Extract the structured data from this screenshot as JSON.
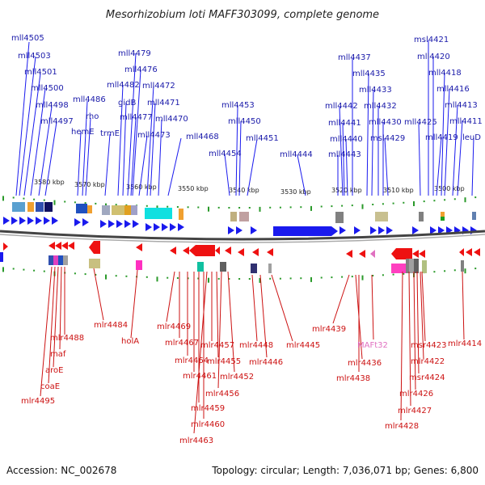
{
  "header": {
    "title": "Mesorhizobium loti MAFF303099, complete genome"
  },
  "footer": {
    "accession": "Accession: NC_002678",
    "summary": "Topology: circular; Length: 7,036,071 bp; Genes: 6,800"
  },
  "scale_labels": [
    "3580 kbp",
    "3570 kbp",
    "3560 kbp",
    "3550 kbp",
    "3540 kbp",
    "3530 kbp",
    "3520 kbp",
    "3510 kbp",
    "3500 kbp"
  ],
  "top_genes": [
    "mll4505",
    "mll4503",
    "mll4501",
    "mll4500",
    "mll4498",
    "mll4497",
    "mll4486",
    "rho",
    "hemE",
    "trmE",
    "mll4482",
    "gidB",
    "mll4479",
    "mll4476",
    "mll4477",
    "mll4473",
    "mll4472",
    "mll4471",
    "mll4470",
    "mll4468",
    "mll4453",
    "mll4450",
    "mll4451",
    "mll4454",
    "mll4444",
    "mll4437",
    "mll4435",
    "mll4433",
    "mll4442",
    "mll4441",
    "mll4440",
    "mll4443",
    "mll4432",
    "mll4430",
    "msl4429",
    "mll4425",
    "msl4421",
    "mll4420",
    "mll4418",
    "mll4416",
    "mll4413",
    "mll4411",
    "mll4419",
    "leuD"
  ],
  "bottom_genes": [
    "mlr4488",
    "maf",
    "aroE",
    "coaE",
    "mlr4495",
    "mlr4484",
    "holA",
    "mlr4469",
    "mlr4467",
    "mlr4464",
    "mlr4461",
    "mlr4459",
    "mlr4460",
    "mlr4463",
    "mlr4457",
    "mlr4455",
    "mlr4456",
    "mlr4452",
    "mlr4448",
    "mlr4446",
    "mlr4445",
    "mlr4439",
    "mlr4436",
    "mlr4438",
    "MAFt32",
    "msr4423",
    "mlr4422",
    "msr4424",
    "mlr4426",
    "mlr4427",
    "mlr4428",
    "mlr4414"
  ],
  "colors": {
    "forward_strand": "#1a1aee",
    "reverse_strand": "#ee1111",
    "tick": "#2a9a2a",
    "track_rna": "#e070c0"
  }
}
